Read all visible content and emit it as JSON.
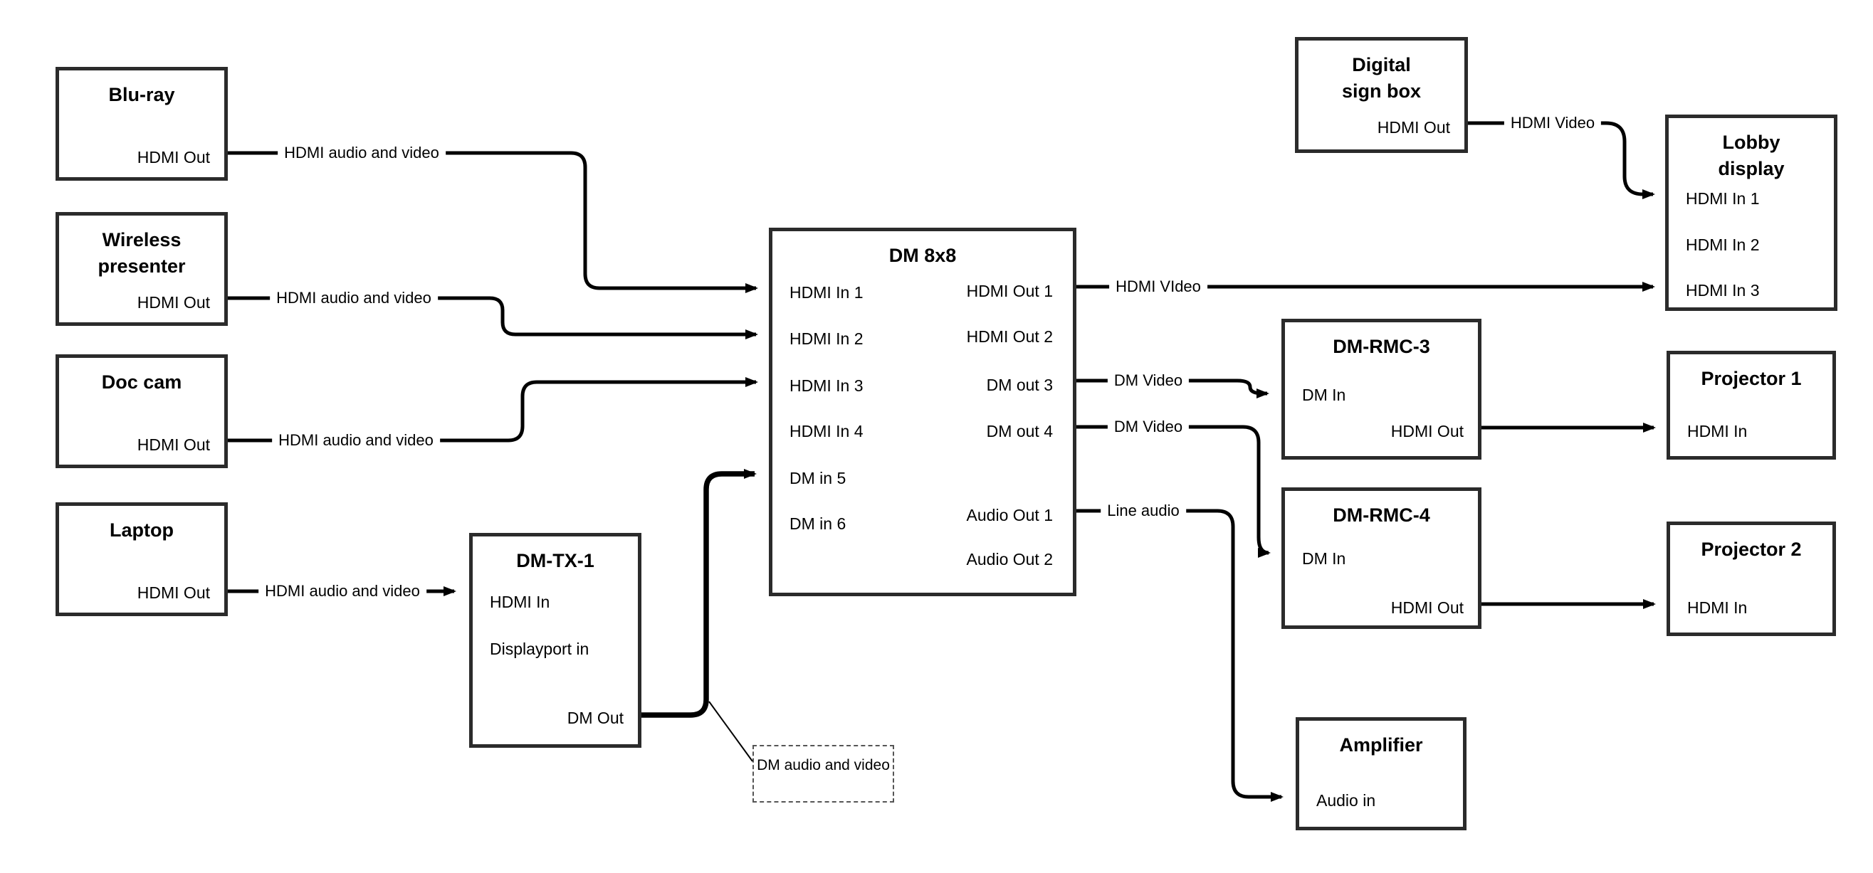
{
  "nodes": {
    "bluray": {
      "title": "Blu-ray",
      "ports": {
        "hdmi_out": "HDMI Out"
      }
    },
    "wireless": {
      "title": "Wireless presenter",
      "ports": {
        "hdmi_out": "HDMI Out"
      }
    },
    "doccam": {
      "title": "Doc cam",
      "ports": {
        "hdmi_out": "HDMI Out"
      }
    },
    "laptop": {
      "title": "Laptop",
      "ports": {
        "hdmi_out": "HDMI Out"
      }
    },
    "dmtx1": {
      "title": "DM-TX-1",
      "ports": {
        "hdmi_in": "HDMI In",
        "dp_in": "Displayport in",
        "dm_out": "DM Out"
      }
    },
    "dm8x8": {
      "title": "DM 8x8",
      "ports": {
        "in1": "HDMI In 1",
        "in2": "HDMI In 2",
        "in3": "HDMI In 3",
        "in4": "HDMI In 4",
        "in5": "DM in 5",
        "in6": "DM in 6",
        "out1": "HDMI Out 1",
        "out2": "HDMI Out 2",
        "out3": "DM out 3",
        "out4": "DM out 4",
        "aout1": "Audio Out 1",
        "aout2": "Audio Out 2"
      }
    },
    "signbox": {
      "title": "Digital sign box",
      "ports": {
        "hdmi_out": "HDMI Out"
      }
    },
    "lobby": {
      "title": "Lobby display",
      "ports": {
        "in1": "HDMI In 1",
        "in2": "HDMI In 2",
        "in3": "HDMI In 3"
      }
    },
    "rmc3": {
      "title": "DM-RMC-3",
      "ports": {
        "dm_in": "DM In",
        "hdmi_out": "HDMI Out"
      }
    },
    "proj1": {
      "title": "Projector 1",
      "ports": {
        "hdmi_in": "HDMI In"
      }
    },
    "rmc4": {
      "title": "DM-RMC-4",
      "ports": {
        "dm_in": "DM In",
        "hdmi_out": "HDMI Out"
      }
    },
    "proj2": {
      "title": "Projector 2",
      "ports": {
        "hdmi_in": "HDMI In"
      }
    },
    "amp": {
      "title": "Amplifier",
      "ports": {
        "audio_in": "Audio in"
      }
    }
  },
  "edge_labels": {
    "bluray_dm": "HDMI audio and video",
    "wireless_dm": "HDMI audio and video",
    "doccam_dm": "HDMI audio and video",
    "laptop_tx": "HDMI audio and video",
    "out1_lobby": "HDMI VIdeo",
    "sign_lobby": "HDMI Video",
    "out3_rmc3": "DM Video",
    "out4_rmc4": "DM Video",
    "audio_amp": "Line audio"
  },
  "callout": {
    "text": "DM audio and video"
  },
  "colors": {
    "line": "#000000",
    "box_border": "#2b2b2b",
    "text": "#000000",
    "background": "#ffffff"
  }
}
